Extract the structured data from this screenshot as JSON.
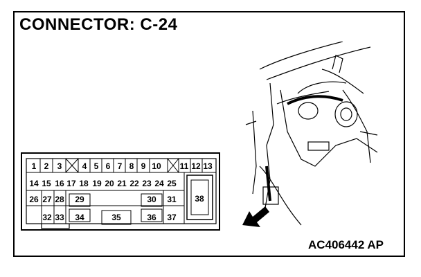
{
  "title": "CONNECTOR: C-24",
  "reference_code": "AC406442 AP",
  "connector": {
    "row1": [
      "1",
      "2",
      "3",
      "4",
      "5",
      "6",
      "7",
      "8",
      "9",
      "10",
      "11",
      "12",
      "13"
    ],
    "row2": [
      "14",
      "15",
      "16",
      "17",
      "18",
      "19",
      "20",
      "21",
      "22",
      "23",
      "24",
      "25"
    ],
    "row3": [
      "26",
      "27",
      "28",
      "29",
      "30",
      "31"
    ],
    "row4": [
      "32",
      "33",
      "34",
      "35",
      "36",
      "37"
    ],
    "big_pin": "38"
  }
}
